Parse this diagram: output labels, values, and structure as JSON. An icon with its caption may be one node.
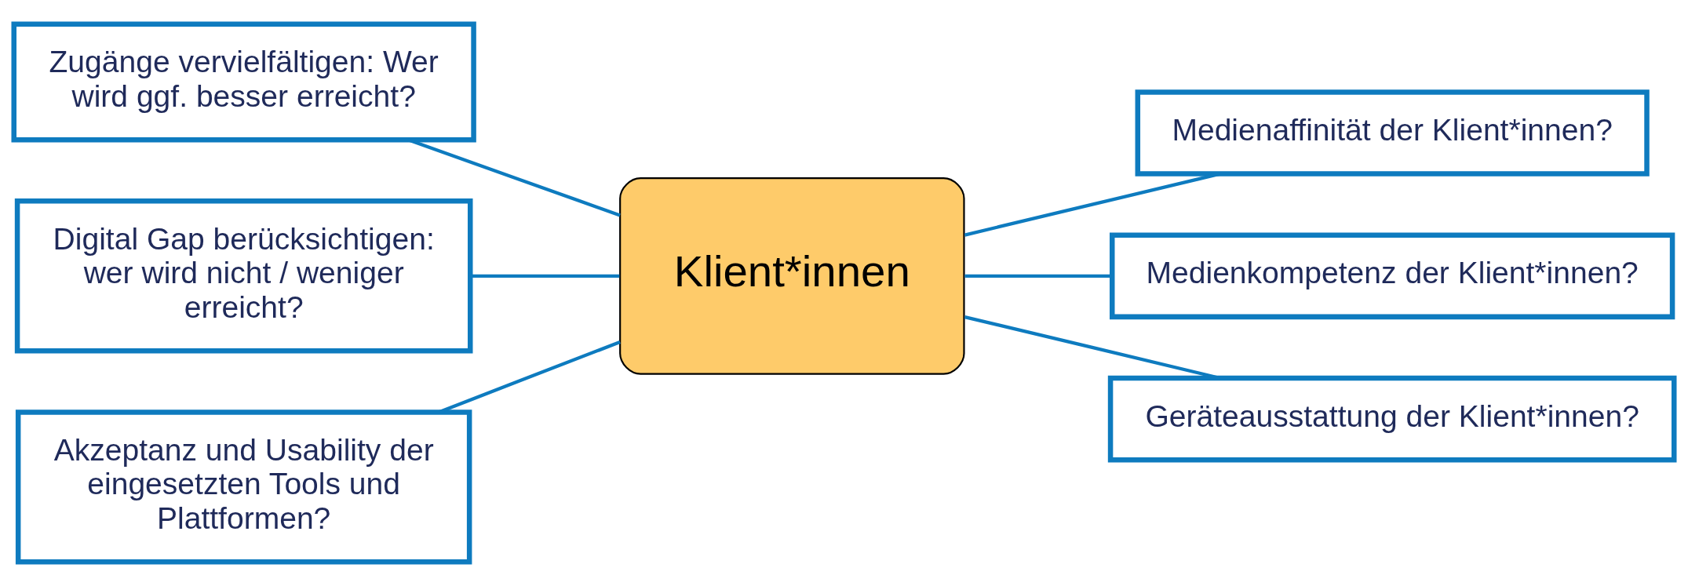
{
  "diagram": {
    "nodes": [
      {
        "text": [
          "Zugänge vervielfältigen: Wer wird ggf. besser erreicht?"
        ]
      },
      {
        "text": [
          "Digital Gap berücksichtigen: wer wird nicht / weniger erreicht?"
        ]
      },
      {
        "text": [
          "Akzeptanz und Usability der eingesetzten Tools und Plattformen?"
        ]
      },
      {
        "text": [
          "Klient*innen"
        ]
      },
      {
        "text": [
          "Medienaffinität der Klient*innen?"
        ]
      },
      {
        "text": [
          "Medienkompetenz der Klient*innen?"
        ]
      },
      {
        "text": [
          "Geräteausstattung der Klient*innen?"
        ]
      }
    ],
    "edges": [
      {
        "from": 0,
        "to": 3,
        "arrow": "none"
      },
      {
        "from": 1,
        "to": 3,
        "arrow": "none"
      },
      {
        "from": 2,
        "to": 3,
        "arrow": "none"
      },
      {
        "from": 3,
        "to": 4,
        "arrow": "none"
      },
      {
        "from": 3,
        "to": 5,
        "arrow": "none"
      },
      {
        "from": 3,
        "to": 6,
        "arrow": "none"
      }
    ]
  }
}
